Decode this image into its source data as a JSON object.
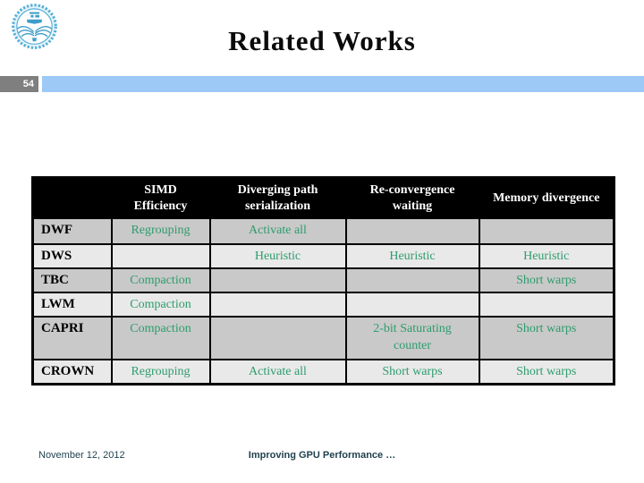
{
  "slide": {
    "title": "Related Works",
    "page_number": "54",
    "footer_date": "November 12, 2012",
    "footer_title": "Improving GPU Performance …"
  },
  "logo": {
    "name": "university-of-tehran-emblem"
  },
  "table": {
    "headers": [
      "",
      "SIMD Efficiency",
      "Diverging path serialization",
      "Re-convergence waiting",
      "Memory divergence"
    ],
    "rows": [
      {
        "label": "DWF",
        "cells": [
          "Regrouping",
          "Activate all",
          "",
          ""
        ]
      },
      {
        "label": "DWS",
        "cells": [
          "",
          "Heuristic",
          "Heuristic",
          "Heuristic"
        ]
      },
      {
        "label": "TBC",
        "cells": [
          "Compaction",
          "",
          "",
          "Short warps"
        ]
      },
      {
        "label": "LWM",
        "cells": [
          "Compaction",
          "",
          "",
          ""
        ]
      },
      {
        "label": "CAPRI",
        "cells": [
          "Compaction",
          "",
          "2-bit Saturating counter",
          "Short warps"
        ]
      },
      {
        "label": "CROWN",
        "cells": [
          "Regrouping",
          "Activate all",
          "Short warps",
          "Short warps"
        ]
      }
    ]
  },
  "colors": {
    "cell_text_green": "#2e9c6e",
    "row_dark": "#c9c9c9",
    "row_light": "#e9e9e9",
    "header_bg": "#000000",
    "header_text": "#ffffff",
    "page_bar_blue": "#9dc9f7",
    "page_bar_gray": "#7f7f7f",
    "footer_text": "#1e3f4d",
    "logo_blue": "#4fa8d3"
  }
}
